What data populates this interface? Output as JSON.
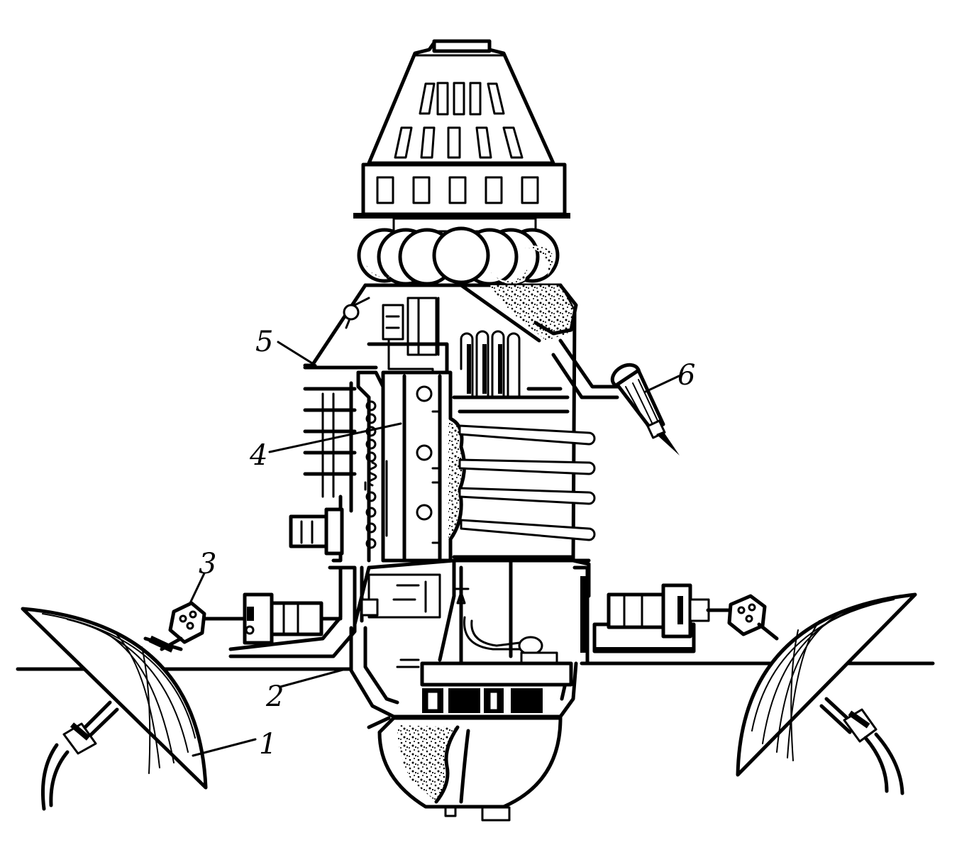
{
  "diagram": {
    "callouts": [
      {
        "id": "c1",
        "label": "1"
      },
      {
        "id": "c2",
        "label": "2"
      },
      {
        "id": "c3",
        "label": "3"
      },
      {
        "id": "c4",
        "label": "4"
      },
      {
        "id": "c5",
        "label": "5"
      },
      {
        "id": "c6",
        "label": "6"
      }
    ]
  }
}
